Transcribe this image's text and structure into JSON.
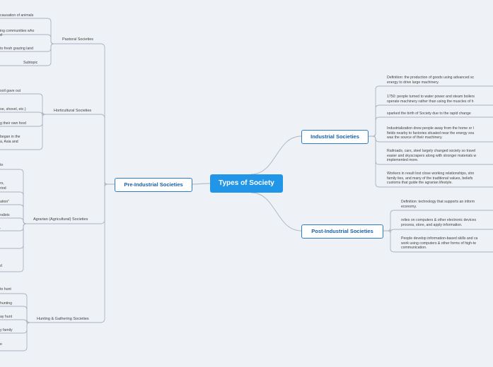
{
  "root": "Types of Society",
  "pre_industrial": {
    "label": "Pre-Industrial Societies",
    "pastoral": {
      "label": "Pastoral Societies",
      "items": [
        "causation of animals",
        "ing communities who",
        "d",
        "to fresh grazing land",
        "Subtopic"
      ]
    },
    "horticultural": {
      "label": "Horticultural Societies",
      "items": [
        "soil gave out",
        "oe, shovel, etc.)",
        "g their own food",
        "began in the",
        "a, Asia and"
      ]
    },
    "agrarian": {
      "label": "Agrarian (Agricultural) Societies",
      "items": [
        "to",
        "rs,",
        "riod",
        "ation\"",
        "ralists",
        ".",
        "d"
      ]
    },
    "hunting": {
      "label": "Hunting & Gathering Societies",
      "items": [
        "to hunt",
        "hunting",
        "ay hunt",
        "y family",
        "e"
      ]
    }
  },
  "industrial": {
    "label": "Industrial Societies",
    "items": [
      [
        "Definition: the production of goods using advanced sc",
        "energy to drive large machinery."
      ],
      [
        "1750: people turned to water power and steam boilers",
        "operate machinery rather than using the muscles of h"
      ],
      [
        "sparked the birth of Society due to the rapid change"
      ],
      [
        "Industrialization drew people away from the home or l",
        "fields nearby to factories situated near the energy sou",
        "was the source of their machinery."
      ],
      [
        "Railroads, cars, steel largely changed society so travel",
        "easier and skyscrapers along with stronger materials w",
        "implemented more."
      ],
      [
        "Workers in result lost close working relationships, stro",
        "family ties, and many of the traditional values, beliefs",
        "customs that guide the agrarian lifestyle."
      ]
    ]
  },
  "post_industrial": {
    "label": "Post-Industrial Societies",
    "items": [
      [
        "Definition: technology that supports an inform",
        "economy."
      ],
      [
        "relies on computers & other electronic devices",
        "process, store, and apply information."
      ],
      [
        "People develop information-based skills and ca",
        "work using computers & other forms of high-te",
        "communication."
      ]
    ]
  },
  "colors": {
    "root": "#2196e8",
    "branch": "#2a7cc4",
    "line": "#a9b4c2",
    "background": "#eef1f5"
  }
}
